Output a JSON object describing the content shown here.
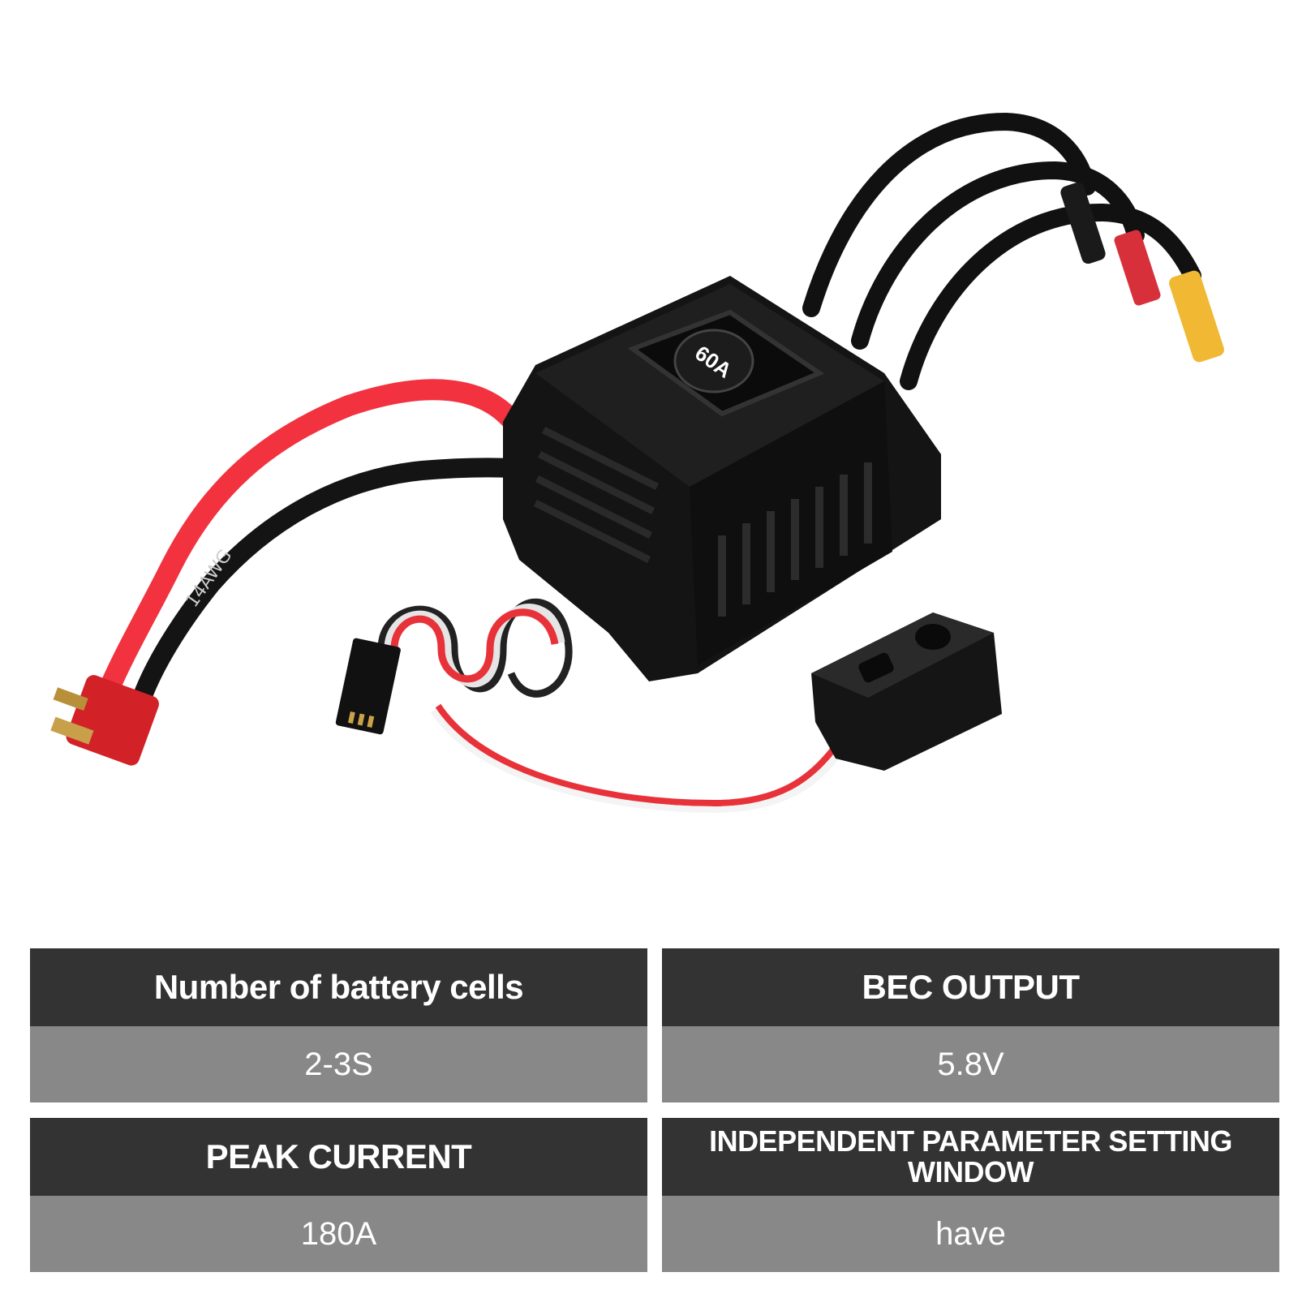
{
  "product": {
    "fan_badge": "60A",
    "wire_print": "14AWG"
  },
  "specs": [
    {
      "label": "Number of battery cells",
      "value": "2-3S"
    },
    {
      "label": "BEC OUTPUT",
      "value": "5.8V"
    },
    {
      "label": "PEAK CURRENT",
      "value": "180A"
    },
    {
      "label": "INDEPENDENT PARAMETER SETTING WINDOW",
      "value": "have"
    }
  ],
  "colors": {
    "header_bg": "#333333",
    "value_bg": "#888888",
    "text": "#ffffff"
  }
}
